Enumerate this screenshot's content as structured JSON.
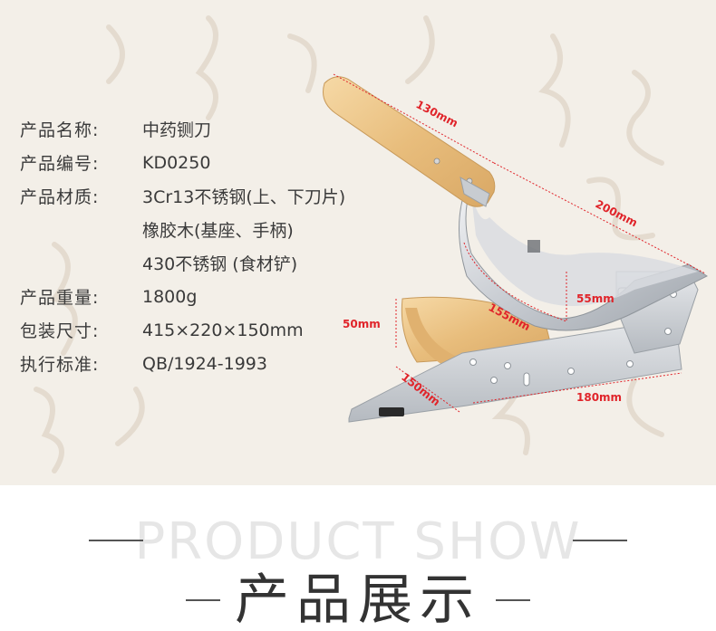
{
  "specs": [
    {
      "label": "产品名称:",
      "value": "中药铡刀"
    },
    {
      "label": "产品编号:",
      "value": "KD0250"
    },
    {
      "label": "产品材质:",
      "value": "3Cr13不锈钢(上、下刀片)"
    },
    {
      "label": "",
      "value": "橡胶木(基座、手柄)"
    },
    {
      "label": "",
      "value": "430不锈钢 (食材铲)"
    },
    {
      "label": "产品重量:",
      "value": "1800g"
    },
    {
      "label": "包装尺寸:",
      "value": "415×220×150mm"
    },
    {
      "label": "执行标准:",
      "value": "QB/1924-1993"
    }
  ],
  "dimensions": {
    "handle": "130mm",
    "blade_length": "200mm",
    "blade_height": "55mm",
    "arc": "155mm",
    "base_height": "50mm",
    "base_depth": "150mm",
    "base_length": "180mm"
  },
  "section": {
    "title_en": "PRODUCT SHOW",
    "title_cn": "产品展示"
  },
  "colors": {
    "background": "#f3efe8",
    "dimension_red": "#e0242a",
    "text": "#3a3a3a"
  }
}
